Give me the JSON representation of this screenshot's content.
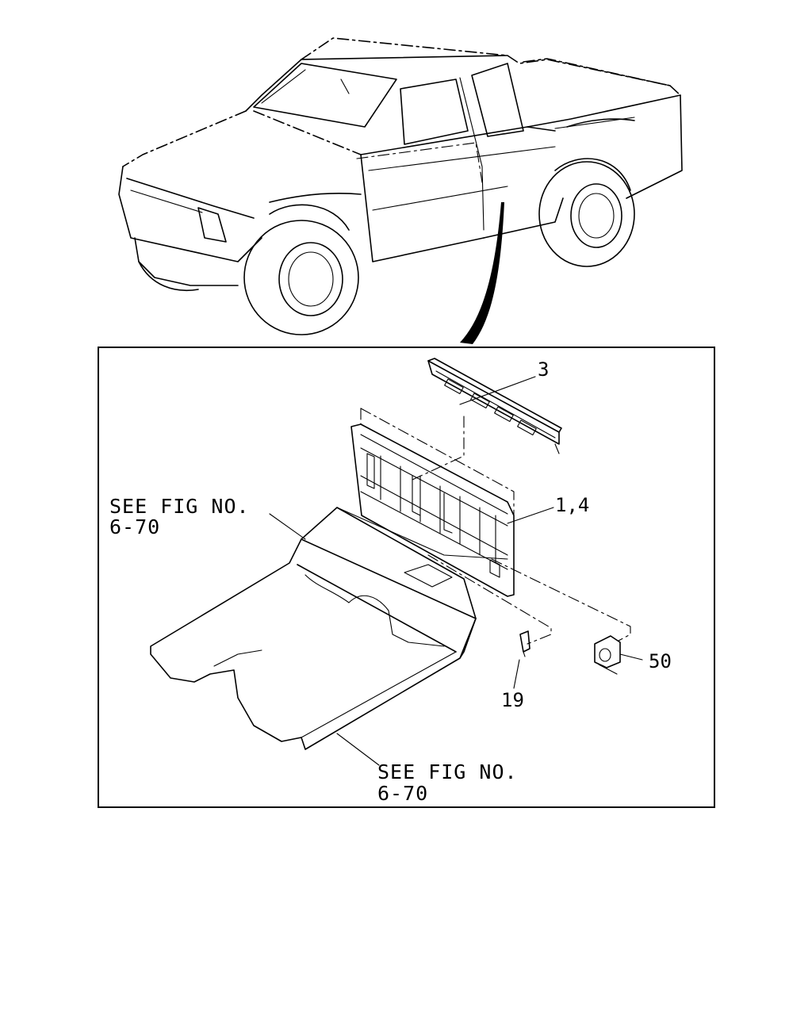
{
  "callouts": {
    "part_3": "3",
    "part_1_4": "1,4",
    "part_19": "19",
    "part_50": "50"
  },
  "references": {
    "ref_upper_line1": "SEE FIG NO.",
    "ref_upper_line2": "6-70",
    "ref_lower_line1": "SEE FIG NO.",
    "ref_lower_line2": "6-70"
  }
}
